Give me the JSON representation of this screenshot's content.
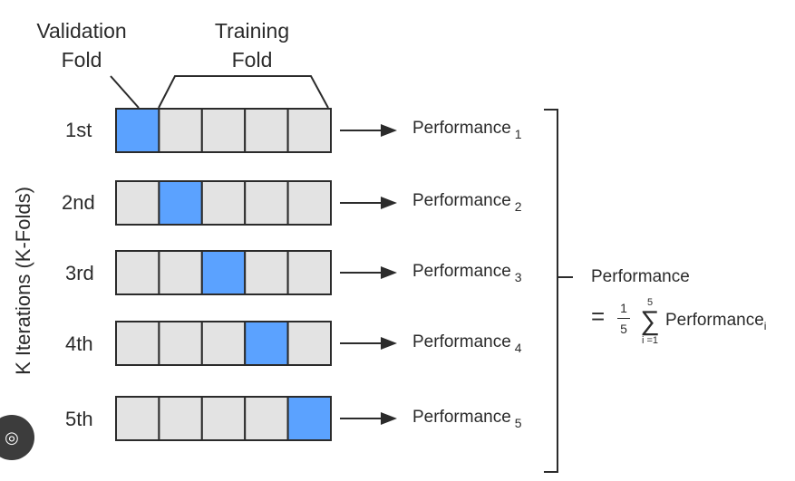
{
  "header": {
    "validation_line1": "Validation",
    "validation_line2": "Fold",
    "training_line1": "Training",
    "training_line2": "Fold"
  },
  "y_axis_label": "K Iterations (K-Folds)",
  "colors": {
    "validation": "#5ba2ff",
    "training": "#e3e3e3",
    "stroke": "#2b2b2b"
  },
  "iterations": [
    {
      "label": "1st",
      "validation_index": 0,
      "performance": "Performance",
      "sub": "1"
    },
    {
      "label": "2nd",
      "validation_index": 1,
      "performance": "Performance",
      "sub": "2"
    },
    {
      "label": "3rd",
      "validation_index": 2,
      "performance": "Performance",
      "sub": "3"
    },
    {
      "label": "4th",
      "validation_index": 3,
      "performance": "Performance",
      "sub": "4"
    },
    {
      "label": "5th",
      "validation_index": 4,
      "performance": "Performance",
      "sub": "5"
    }
  ],
  "summary": {
    "title": "Performance",
    "equals": "=",
    "numerator": "1",
    "denominator": "5",
    "sum_top": "5",
    "sum_symbol": "∑",
    "sum_bottom": "i =1",
    "term": "Performance",
    "term_sub": "i"
  },
  "badge_icon": "lens-icon"
}
